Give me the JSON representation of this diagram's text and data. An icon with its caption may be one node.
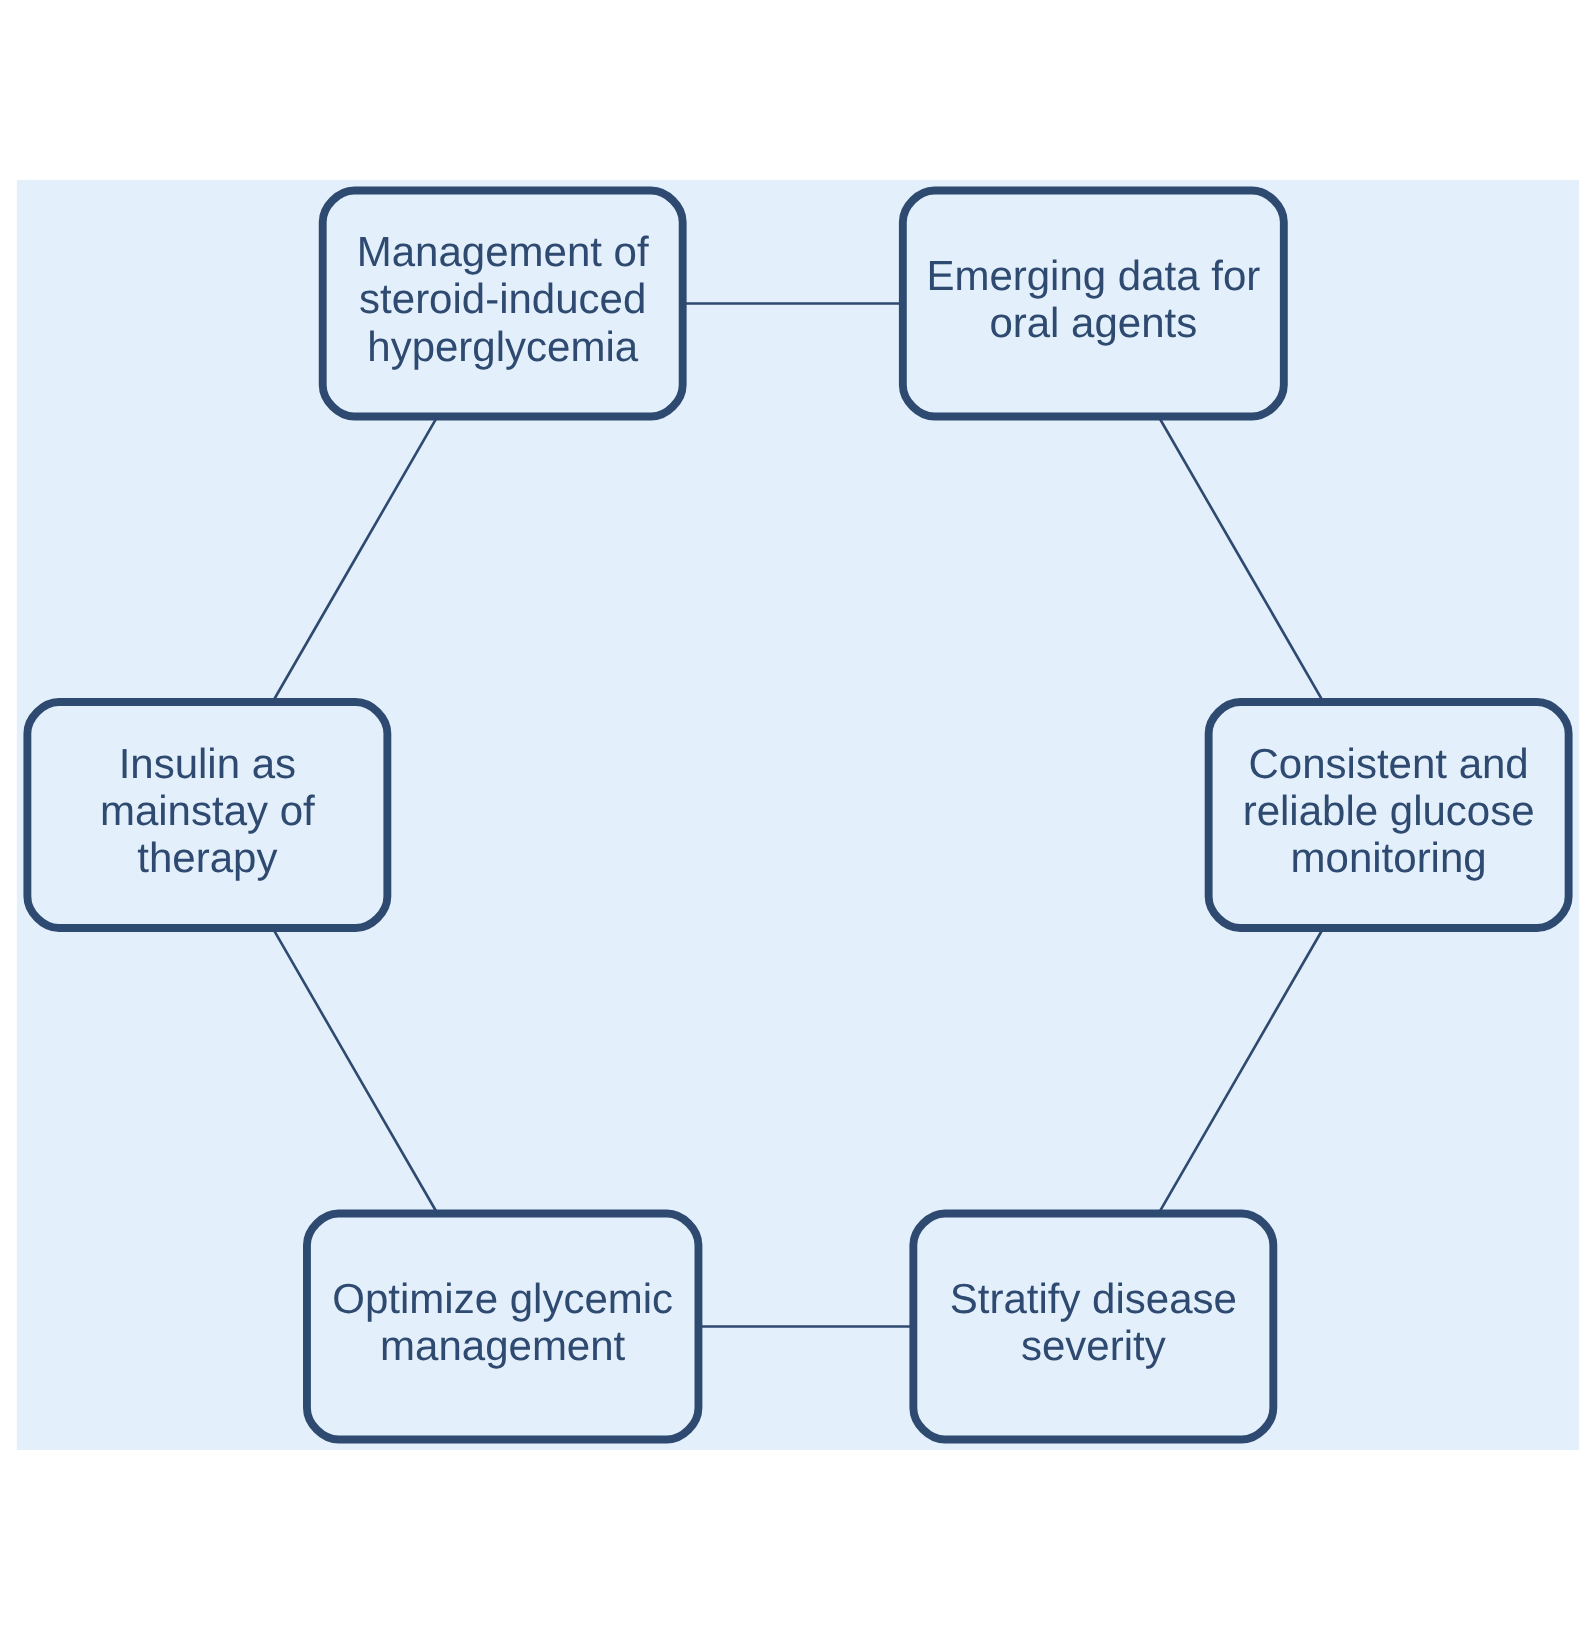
{
  "diagram": {
    "nodes": [
      {
        "text": [
          "Stratify disease severity"
        ]
      },
      {
        "text": [
          "Optimize glycemic management"
        ]
      },
      {
        "text": [
          "Insulin as mainstay of therapy"
        ]
      },
      {
        "text": [
          "Management of steroid-induced hyperglycemia"
        ]
      },
      {
        "text": [
          "Emerging data for oral agents"
        ]
      },
      {
        "text": [
          "Consistent and reliable glucose monitoring"
        ]
      }
    ],
    "edges": [
      {
        "from": 0,
        "to": 1,
        "arrow": "none"
      },
      {
        "from": 1,
        "to": 2,
        "arrow": "none"
      },
      {
        "from": 2,
        "to": 3,
        "arrow": "none"
      },
      {
        "from": 3,
        "to": 4,
        "arrow": "none"
      },
      {
        "from": 4,
        "to": 5,
        "arrow": "none"
      },
      {
        "from": 5,
        "to": 0,
        "arrow": "none"
      }
    ]
  }
}
